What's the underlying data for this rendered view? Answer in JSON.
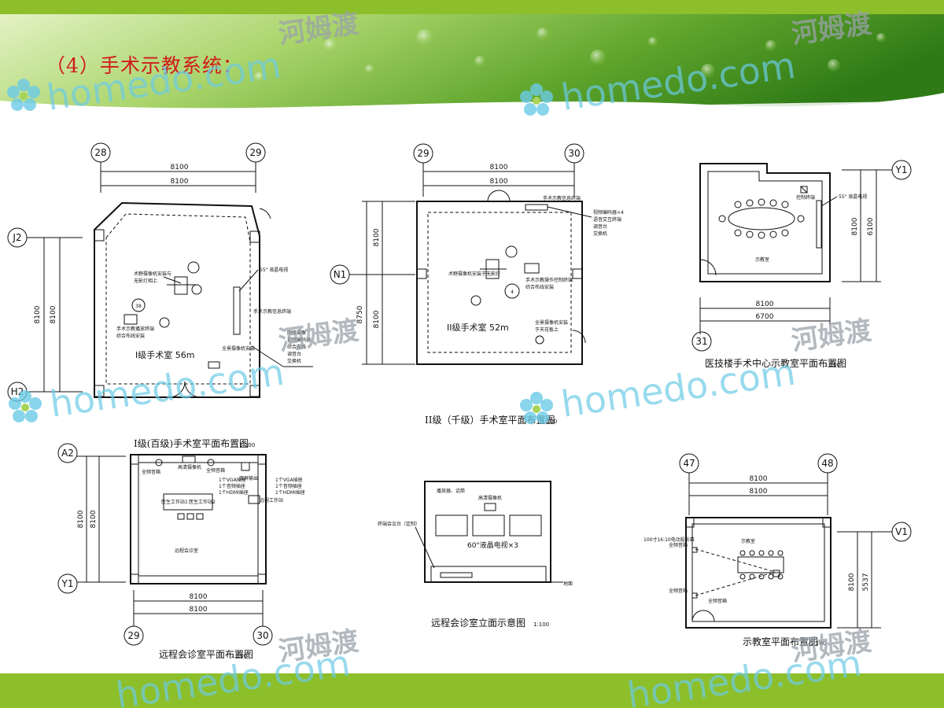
{
  "slide": {
    "title": "（4）手术示教系统：",
    "watermark_cn": "河姆渡",
    "watermark_logo": "homedo.com"
  },
  "colors": {
    "bar_green": "#8cbf2a",
    "title_red": "#d01c1c",
    "watermark_blue": "#6ccbe6",
    "header_green_light": "#d5ecaa",
    "header_green_dark": "#3f8a1e"
  },
  "plans": {
    "p1": {
      "grid": [
        "28",
        "29",
        "J2",
        "H2",
        "38"
      ],
      "dims": [
        "8100",
        "8100",
        "8100",
        "8100"
      ],
      "room": "I级手术室 56m",
      "callouts": [
        "术野摄像机安装与",
        "无影灯相上",
        "55\" 液晶电视",
        "手术示教信息终端",
        "手术示教播放终端",
        "综合布线安装",
        "全景摄像机安装",
        "网络摄像",
        "视频编码器",
        "综合布线",
        "调音台",
        "交换机"
      ],
      "caption": "I级(百级)手术室平面布置图",
      "scale": "1:100"
    },
    "p2": {
      "grid": [
        "29",
        "30",
        "N1",
        "4"
      ],
      "dims": [
        "8100",
        "8100",
        "8100",
        "8750",
        "8100"
      ],
      "room": "II级手术室 52m",
      "callouts": [
        "手术示教信息终端",
        "视频编码器×4",
        "语音交互终端",
        "调音台",
        "交换机",
        "术野摄像机安装于无影灯",
        "手术示教操作控制终端",
        "综合布线安装",
        "全景摄像机安装",
        "于天花板上"
      ],
      "caption": "II级（千级）手术室平面布置图",
      "scale": "1:100"
    },
    "p3": {
      "grid": [
        "Y1",
        "31"
      ],
      "dims": [
        "8100",
        "6100",
        "8100",
        "6700"
      ],
      "room": "示教室",
      "callouts": [
        "55\" 液晶电视",
        "控制终端"
      ],
      "caption": "医技楼手术中心示教室平面布置图",
      "scale": "1:100"
    },
    "p4": {
      "grid": [
        "A2",
        "Y1",
        "29",
        "30"
      ],
      "dims": [
        "8100",
        "8100",
        "8100",
        "8100"
      ],
      "room": "远程会诊室",
      "callouts": [
        "全频音箱",
        "高清摄像机",
        "全频音箱",
        "双屏输出",
        "1个VGA插座",
        "1个音频插座",
        "1个HDMI插座",
        "1个VGA插座",
        "1个音频插座",
        "1个HDMI插座",
        "远程工作站",
        "医生工作站1",
        "医生工作站2"
      ],
      "caption": "远程会诊室平面布置图",
      "scale": "1:100"
    },
    "p5": {
      "callouts": [
        "播放器、话筒",
        "高清摄像机",
        "60\"液晶电视×3",
        "终端会议台（定制）",
        "地面"
      ],
      "caption": "远程会诊室立面示意图",
      "scale": "1:100"
    },
    "p6": {
      "grid": [
        "47",
        "48",
        "V1"
      ],
      "dims": [
        "8100",
        "8100",
        "8100",
        "5537"
      ],
      "room": "示教室",
      "callouts": [
        "100寸16:10电动投影幕",
        "全频音箱",
        "全频音箱",
        "全频音箱"
      ],
      "caption": "示教室平面布置图",
      "scale": "1:100"
    }
  }
}
